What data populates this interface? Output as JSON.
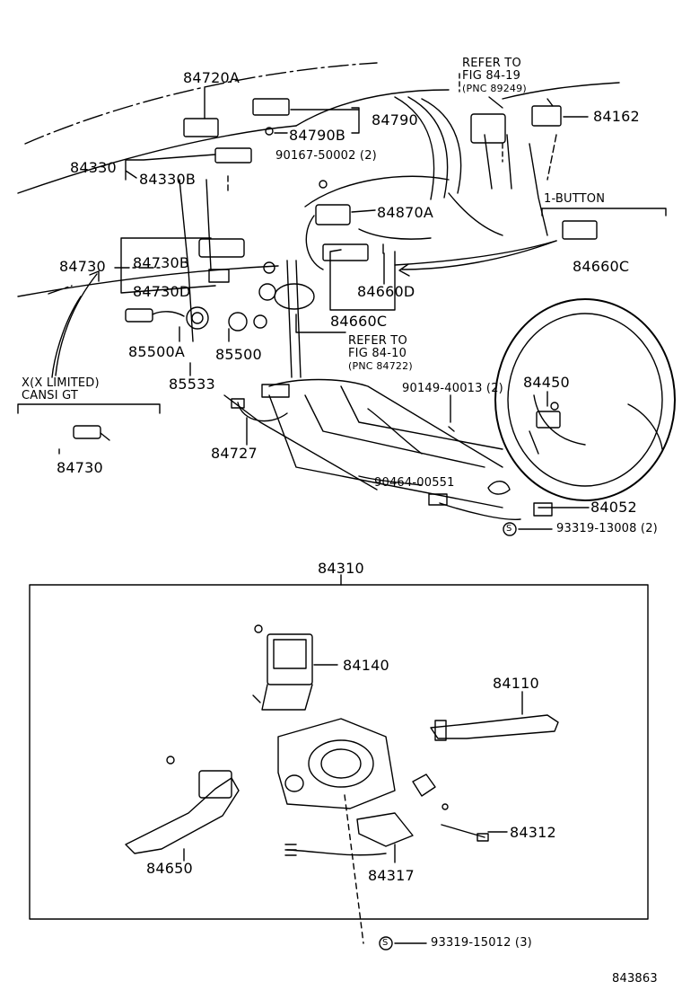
{
  "labels": {
    "p84720A": "84720A",
    "refer1_line1": "REFER TO",
    "refer1_line2": "FIG 84-19",
    "refer1_line3": "(PNC 89249)",
    "p84790": "84790",
    "p84162": "84162",
    "p84790B": "84790B",
    "p84330": "84330",
    "p84330B": "84330B",
    "bolt_90167": "90167-50002 (2)",
    "p84870A": "84870A",
    "one_button": "1-BUTTON",
    "p84730": "84730",
    "p84730B": "84730B",
    "p84730D": "84730D",
    "p84660C_right": "84660C",
    "p84660D": "84660D",
    "p84660C": "84660C",
    "p85500A": "85500A",
    "p85500": "85500",
    "refer2_line1": "REFER TO",
    "refer2_line2": "FIG 84-10",
    "refer2_line3": "(PNC 84722)",
    "p84450": "84450",
    "variant_line1": "X(X LIMITED)",
    "variant_line2": "CANSI GT",
    "p85533": "85533",
    "bolt_90149": "90149-40013 (2)",
    "p84727": "84727",
    "p84730_inset": "84730",
    "clip_90464": "90464-00551",
    "p84052": "84052",
    "screw_93319_13008": "93319-13008 (2)",
    "p84310": "84310",
    "p84140": "84140",
    "p84110": "84110",
    "p84312": "84312",
    "p84650": "84650",
    "p84317": "84317",
    "screw_93319_15012": "93319-15012 (3)",
    "s_mark": "S",
    "figure_code": "843863"
  }
}
